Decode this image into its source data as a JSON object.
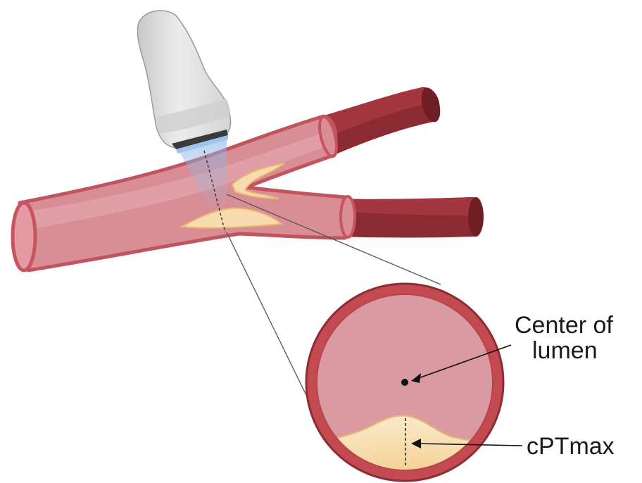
{
  "labels": {
    "center_line1": "Center of",
    "center_line2": "lumen",
    "cptmax": "cPTmax"
  },
  "colors": {
    "vessel_outer": "#b9424a",
    "vessel_inner": "#d98e96",
    "vessel_dark": "#7d2329",
    "vessel_mid": "#9e3038",
    "plaque": "#f6dcae",
    "plaque_edge": "#e9b877",
    "probe_body": "#e2e2e2",
    "probe_shadow": "#a9a9a9",
    "beam": "#8fb6e6"
  }
}
